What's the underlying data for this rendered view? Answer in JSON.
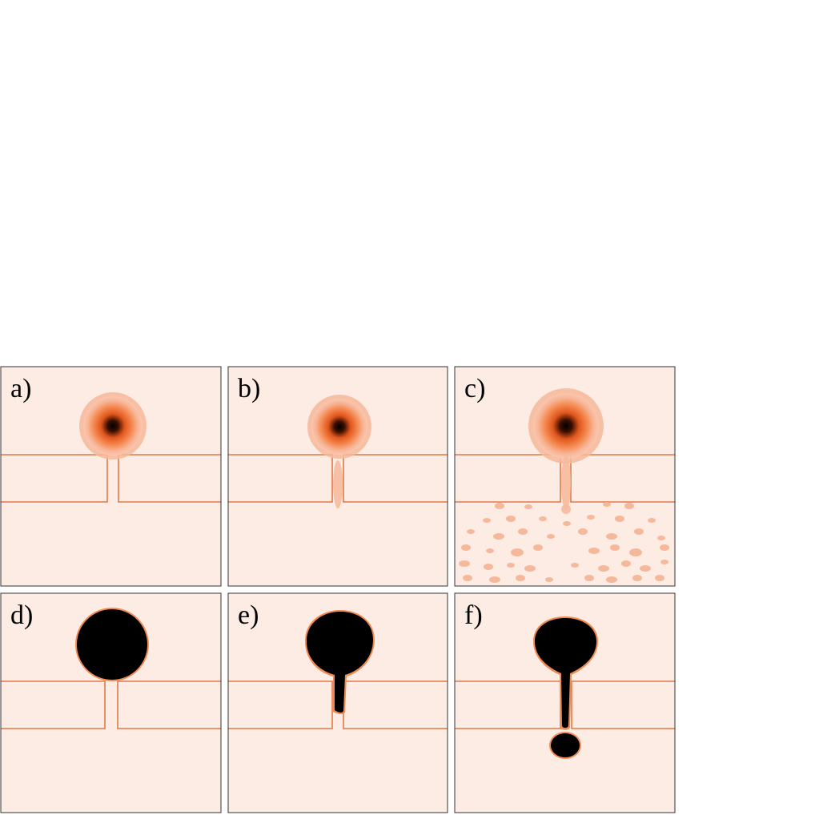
{
  "colors": {
    "background": "#fdece4",
    "outline": "#e07a4a",
    "dark": "#000000",
    "glow": "#f08a55",
    "halo": "#f6b89a",
    "frame": "#333333"
  },
  "panels": [
    {
      "id": "a",
      "label": "a)",
      "state": "diffuse-blob"
    },
    {
      "id": "b",
      "label": "b)",
      "state": "diffuse-blob-channel-leak"
    },
    {
      "id": "c",
      "label": "c)",
      "state": "diffuse-blob-scattered-droplets"
    },
    {
      "id": "d",
      "label": "d)",
      "state": "solid-drop"
    },
    {
      "id": "e",
      "label": "e)",
      "state": "drop-entering-channel"
    },
    {
      "id": "f",
      "label": "f)",
      "state": "drop-pinch-off"
    }
  ]
}
